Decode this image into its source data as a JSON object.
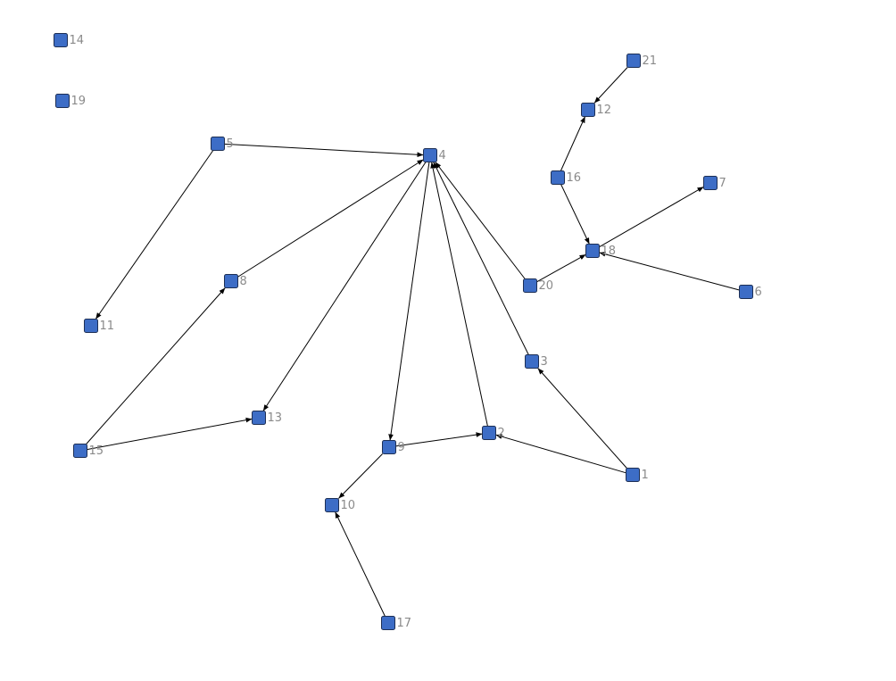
{
  "graph": {
    "node_color": "#3d6dc6",
    "edge_color": "#000000",
    "label_color": "#8a8a8a",
    "nodes": [
      {
        "id": "1"
      },
      {
        "id": "2"
      },
      {
        "id": "3"
      },
      {
        "id": "4"
      },
      {
        "id": "5"
      },
      {
        "id": "6"
      },
      {
        "id": "7"
      },
      {
        "id": "8"
      },
      {
        "id": "9"
      },
      {
        "id": "10"
      },
      {
        "id": "11"
      },
      {
        "id": "12"
      },
      {
        "id": "13"
      },
      {
        "id": "14"
      },
      {
        "id": "15"
      },
      {
        "id": "16"
      },
      {
        "id": "17"
      },
      {
        "id": "18"
      },
      {
        "id": "19"
      },
      {
        "id": "20"
      },
      {
        "id": "21"
      }
    ],
    "edges": [
      {
        "source": "5",
        "target": "4"
      },
      {
        "source": "5",
        "target": "11"
      },
      {
        "source": "8",
        "target": "4"
      },
      {
        "source": "4",
        "target": "13"
      },
      {
        "source": "4",
        "target": "9"
      },
      {
        "source": "2",
        "target": "4"
      },
      {
        "source": "3",
        "target": "4"
      },
      {
        "source": "20",
        "target": "4"
      },
      {
        "source": "20",
        "target": "18"
      },
      {
        "source": "16",
        "target": "12"
      },
      {
        "source": "21",
        "target": "12"
      },
      {
        "source": "16",
        "target": "18"
      },
      {
        "source": "18",
        "target": "7"
      },
      {
        "source": "6",
        "target": "18"
      },
      {
        "source": "1",
        "target": "3"
      },
      {
        "source": "1",
        "target": "2"
      },
      {
        "source": "9",
        "target": "2"
      },
      {
        "source": "9",
        "target": "10"
      },
      {
        "source": "17",
        "target": "10"
      },
      {
        "source": "15",
        "target": "8"
      },
      {
        "source": "15",
        "target": "13"
      }
    ]
  }
}
